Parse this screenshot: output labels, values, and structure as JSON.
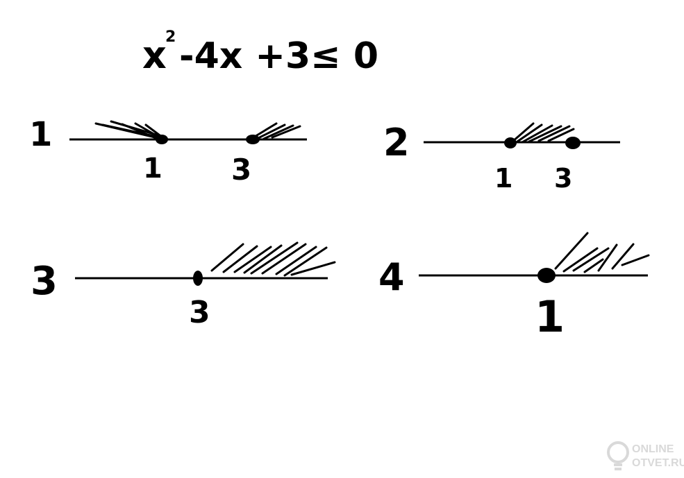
{
  "equation": {
    "base": "x",
    "exponent": "2",
    "rest": "-4x +3≤ 0"
  },
  "options": [
    {
      "label": "1",
      "points": [
        "1",
        "3"
      ]
    },
    {
      "label": "2",
      "points": [
        "1",
        "3"
      ]
    },
    {
      "label": "3",
      "points": [
        "3"
      ]
    },
    {
      "label": "4",
      "points": [
        "1"
      ]
    }
  ],
  "watermark": {
    "line1": "ONLINE",
    "line2": "OTVET.RU",
    "icon": "lightbulb-icon"
  },
  "colors": {
    "ink": "#000000",
    "watermark": "#d9d9d9",
    "background": "#ffffff"
  }
}
